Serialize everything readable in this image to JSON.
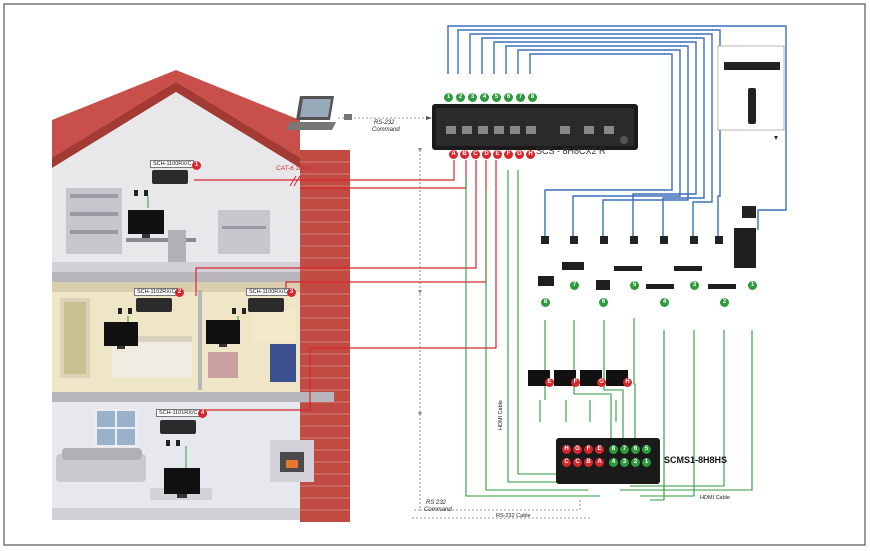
{
  "matrix": {
    "name": "SCS - 8H8CX2 R"
  },
  "hdmi_matrix": {
    "name": "SCMS1-8H8HS"
  },
  "receivers": [
    {
      "name": "SCH-1100RX/C",
      "num": "1"
    },
    {
      "name": "SCH-1102RX/C",
      "num": "2"
    },
    {
      "name": "SCH-1100RX/C",
      "num": "3"
    },
    {
      "name": "SCH-1101RX/C",
      "num": "4"
    }
  ],
  "cable_labels": {
    "cat": "CAT-6 100m",
    "rs232_top_line1": "RS-232",
    "rs232_top_line2": "Command",
    "rs232_bottom_line1": "RS 232",
    "rs232_bottom_line2": "Command",
    "rs232_cable": "RS-232 Cable",
    "hdmi_cable": "HDMI Cable",
    "hdmi_cable_vertical": "HDMI Cable"
  },
  "top_inputs": [
    "1",
    "2",
    "3",
    "4",
    "5",
    "6",
    "7",
    "8"
  ],
  "matrix_outputs": [
    "A",
    "B",
    "C",
    "D",
    "E",
    "F",
    "G",
    "H"
  ],
  "source_numbers": [
    "8",
    "7",
    "6",
    "5",
    "4",
    "3",
    "2",
    "1"
  ],
  "tv_numbers": [
    "E",
    "F",
    "G",
    "H"
  ],
  "hdmi_inputs_top": [
    "H",
    "G",
    "F",
    "E",
    "8",
    "7",
    "6",
    "5"
  ],
  "hdmi_inputs_bottom": [
    "C",
    "C",
    "B",
    "A",
    "4",
    "3",
    "2",
    "1"
  ],
  "colors": {
    "accent_red": "#d8262c",
    "accent_green": "#2e9a3e",
    "cable_blue": "#3a6fb7",
    "brick": "#b5463c"
  }
}
